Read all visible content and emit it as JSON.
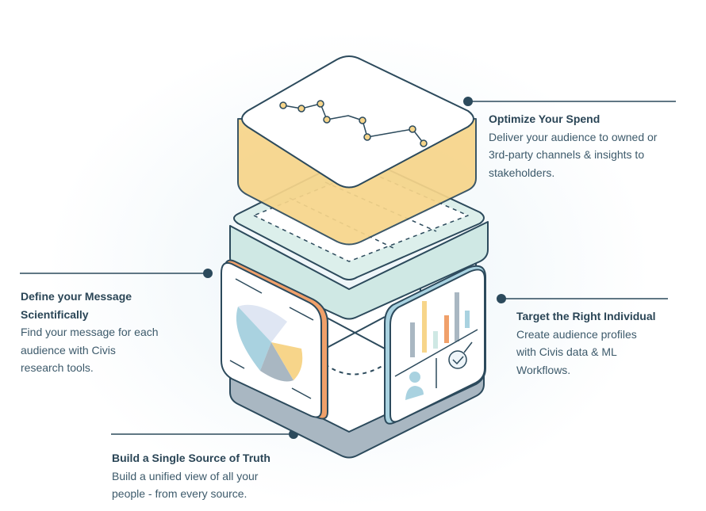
{
  "callouts": {
    "optimize": {
      "title": "Optimize Your Spend",
      "lines": [
        "Deliver your audience to owned or",
        "3rd-party channels & insights to",
        "stakeholders."
      ]
    },
    "define": {
      "title_lines": [
        "Define your Message",
        "Scientifically"
      ],
      "lines": [
        "Find your message for each",
        "audience with Civis",
        "research tools."
      ]
    },
    "target": {
      "title": "Target the Right Individual",
      "lines": [
        "Create audience profiles",
        "with Civis data & ML",
        "Workflows."
      ]
    },
    "build": {
      "title": "Build a Single Source of Truth",
      "lines": [
        "Build a unified view of all your",
        "people - from every source."
      ]
    }
  },
  "colors": {
    "outline": "#2c4a5c",
    "yellow": "#f7d58a",
    "teal": "#cfe8e4",
    "base": "#a9b7c2",
    "orange": "#f0a06a",
    "blue": "#a9d2e0"
  }
}
